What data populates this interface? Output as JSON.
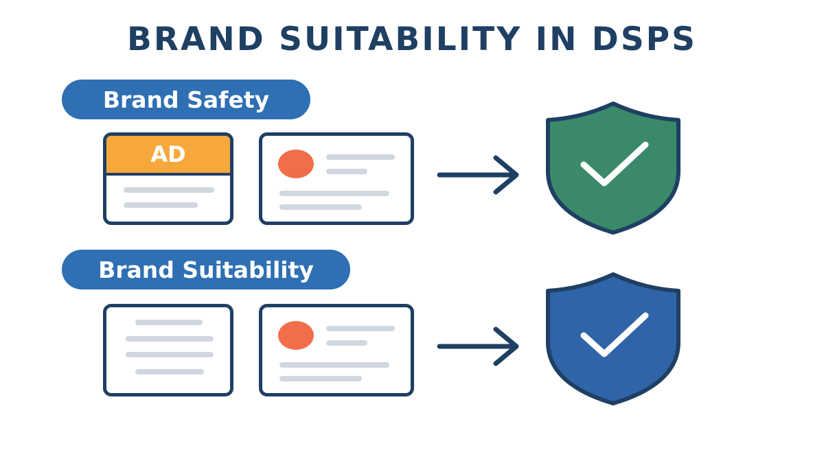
{
  "title": "BRAND SUITABILITY IN DSPS",
  "sections": [
    {
      "label": "Brand Safety",
      "ad_label": "AD",
      "shield_color": "#3a8a6a",
      "icon": "shield-check-icon"
    },
    {
      "label": "Brand Suitability",
      "shield_color": "#2f64a8",
      "icon": "shield-check-icon"
    }
  ],
  "colors": {
    "navy": "#1f3f63",
    "pill": "#2f6fb3",
    "ad_banner": "#f6a83c",
    "dot": "#f26e4a",
    "placeholder_line": "#d0d7de"
  }
}
